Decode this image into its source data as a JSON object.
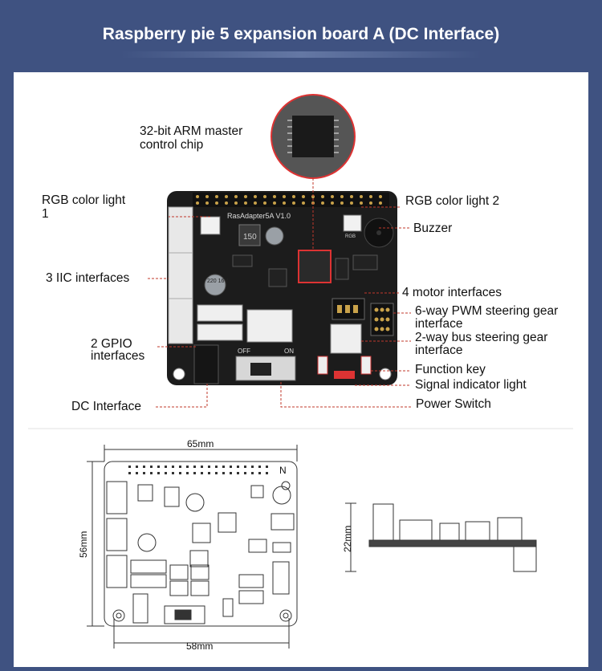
{
  "header": {
    "title": "Raspberry pie 5 expansion board A (DC Interface)"
  },
  "board": {
    "silkscreen": "RasAdapter5A V1.0",
    "off_label": "OFF",
    "on_label": "ON",
    "rgb_silk": "RGB",
    "inductor": "150",
    "capacitor": "220 16V"
  },
  "labels": {
    "mcu_line1": "32-bit ARM master",
    "mcu_line2": "control chip",
    "rgb1_line1": "RGB color light",
    "rgb1_line2": "1",
    "rgb2": "RGB color light 2",
    "buzzer": "Buzzer",
    "iic": "3 IIC interfaces",
    "motor": "4 motor interfaces",
    "pwm_line1": "6-way PWM steering gear",
    "pwm_line2": "interface",
    "bus_line1": "2-way bus steering gear",
    "bus_line2": "interface",
    "gpio_line1": "2 GPIO",
    "gpio_line2": "interfaces",
    "function_key": "Function key",
    "signal_light": "Signal indicator light",
    "dc": "DC Interface",
    "power_switch": "Power Switch"
  },
  "dimensions": {
    "width_top": "65mm",
    "width_bottom": "58mm",
    "height": "56mm",
    "side_height": "22mm",
    "corner_mark": "N"
  },
  "colors": {
    "background": "#3f5281",
    "leader": "#c0392b",
    "pcb": "#1c1c1c"
  }
}
